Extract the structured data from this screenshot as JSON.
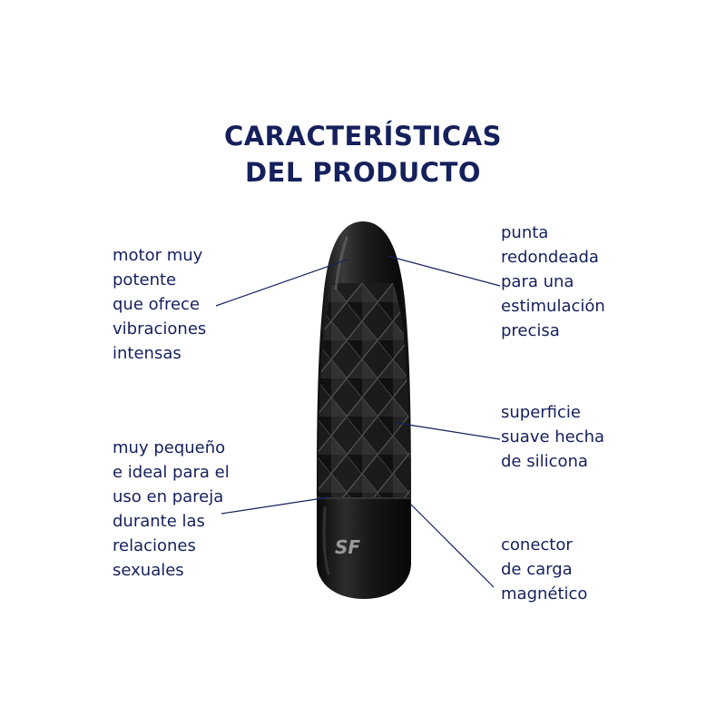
{
  "title": {
    "line1": "CARACTERÍSTICAS",
    "line2": "DEL PRODUCTO"
  },
  "colors": {
    "text": "#15205c",
    "product": "#1a1a1a",
    "leader_line": "#15205c"
  },
  "features": {
    "motor": [
      "motor muy",
      "potente",
      "que ofrece",
      "vibraciones",
      "intensas"
    ],
    "tip": [
      "punta",
      "redondeada",
      "para una",
      "estimulación",
      "precisa"
    ],
    "surface": [
      "superficie",
      "suave hecha",
      "de silicona"
    ],
    "size": [
      "muy pequeño",
      "e ideal para el",
      "uso en pareja",
      "durante las",
      "relaciones",
      "sexuales"
    ],
    "charger": [
      "conector",
      "de carga",
      "magnético"
    ]
  },
  "product": {
    "logo": "SF"
  }
}
